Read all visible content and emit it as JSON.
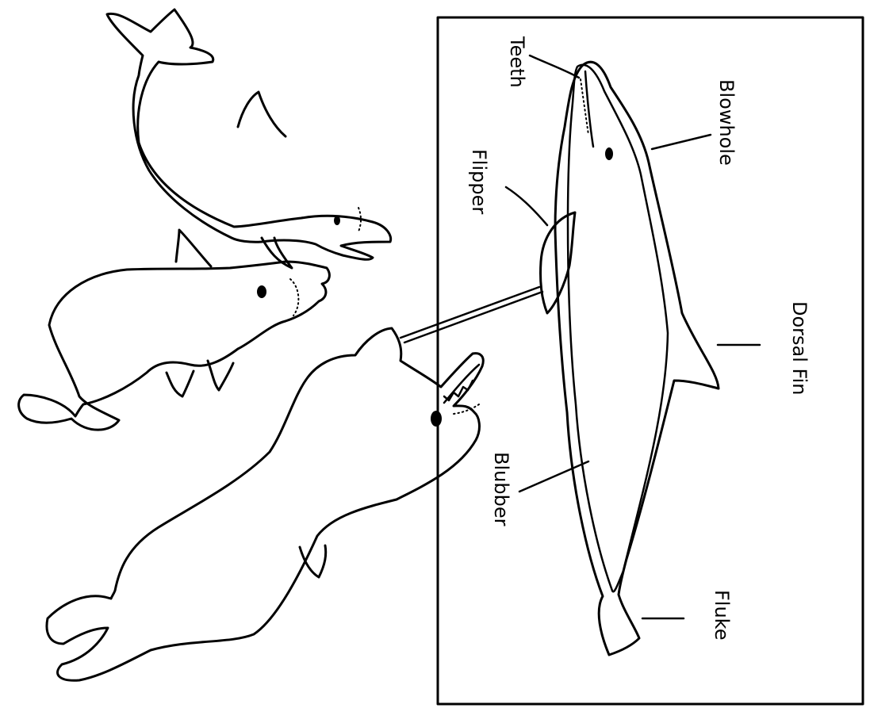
{
  "labels": {
    "teeth": "Teeth",
    "blowhole": "Blowhole",
    "flipper": "Flipper",
    "dorsal_fin": "Dorsal Fin",
    "blubber": "Blubber",
    "fluke": "Fluke"
  },
  "colors": {
    "ink": "#000000",
    "paper": "#ffffff"
  }
}
